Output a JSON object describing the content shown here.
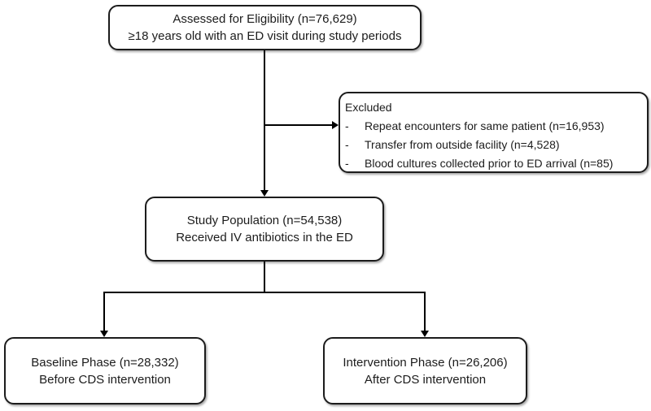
{
  "colors": {
    "box_border": "#1c1c1c",
    "box_background": "#ffffff",
    "connector": "#000000",
    "text": "#1c1c1c"
  },
  "boxes": {
    "eligibility": {
      "line1": "Assessed for Eligibility (n=76,629)",
      "line2": "≥18 years old with an ED visit during study periods"
    },
    "excluded": {
      "title": "Excluded",
      "bullet": "-",
      "items": [
        "Repeat encounters for same patient (n=16,953)",
        "Transfer from outside facility (n=4,528)",
        "Blood cultures collected prior to ED arrival (n=85)"
      ]
    },
    "study_population": {
      "line1": "Study Population (n=54,538)",
      "line2": "Received IV antibiotics in the ED"
    },
    "baseline_phase": {
      "line1": "Baseline Phase (n=28,332)",
      "line2": "Before CDS intervention"
    },
    "intervention_phase": {
      "line1": "Intervention Phase (n=26,206)",
      "line2": "After CDS intervention"
    }
  }
}
